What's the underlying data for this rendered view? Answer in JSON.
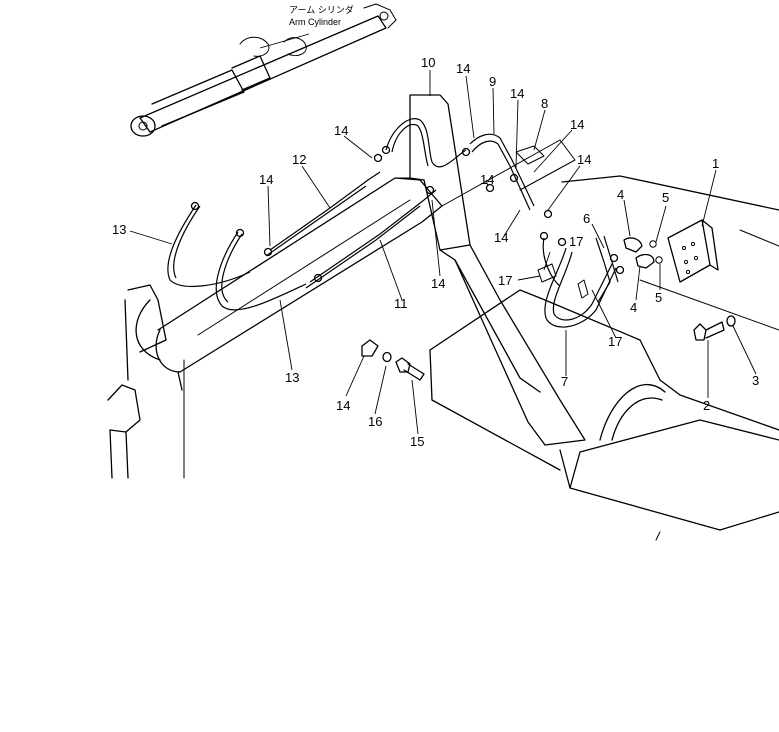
{
  "header": {
    "label_jp": "アーム シリンダ",
    "label_en": "Arm Cylinder"
  },
  "callouts": {
    "c1": "1",
    "c2": "2",
    "c3": "3",
    "c4a": "4",
    "c4b": "4",
    "c5a": "5",
    "c5b": "5",
    "c6": "6",
    "c7": "7",
    "c8": "8",
    "c9": "9",
    "c10": "10",
    "c11": "11",
    "c12": "12",
    "c13a": "13",
    "c13b": "13",
    "c14a": "14",
    "c14b": "14",
    "c14c": "14",
    "c14d": "14",
    "c14e": "14",
    "c14f": "14",
    "c14g": "14",
    "c14h": "14",
    "c14i": "14",
    "c14j": "14",
    "c15": "15",
    "c16": "16",
    "c17a": "17",
    "c17b": "17",
    "c17c": "17"
  }
}
